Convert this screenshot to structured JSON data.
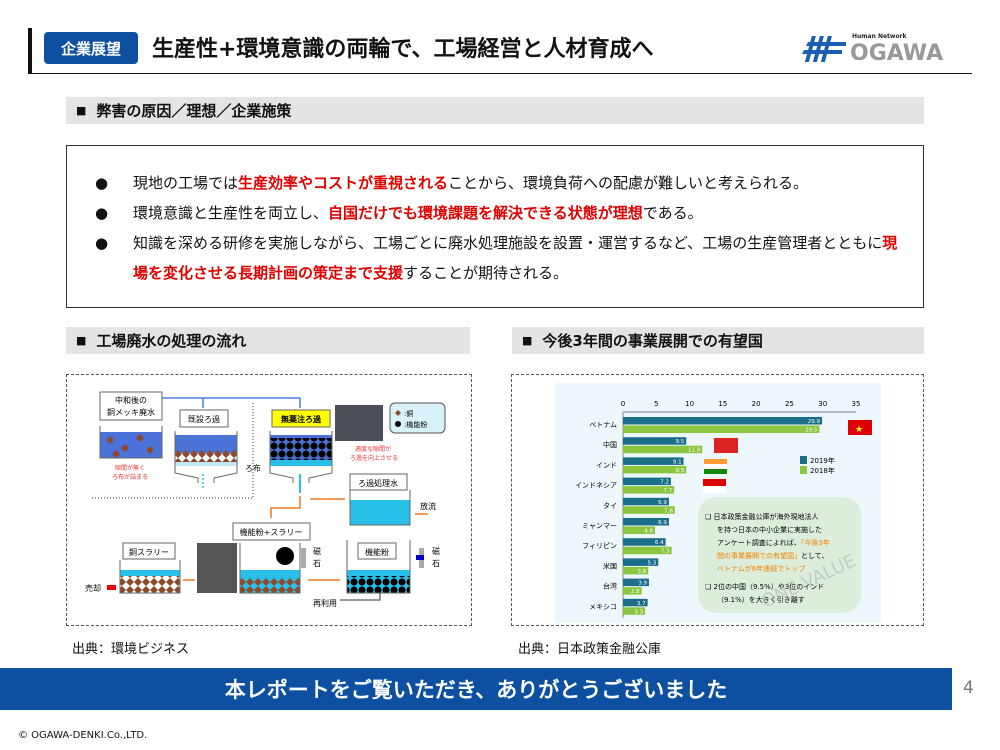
{
  "header": {
    "badge": "企業展望",
    "title": "生産性+環境意識の両輪で、工場経営と人材育成へ",
    "logo_tagline": "Human Network",
    "logo_name": "OGAWA"
  },
  "section1": {
    "marker": "■",
    "title": "弊害の原因／理想／企業施策",
    "bullets": [
      {
        "before": "現地の工場では",
        "highlight": "生産効率やコストが重視される",
        "after": "ことから、環境負荷への配慮が難しいと考えられる。"
      },
      {
        "before": "環境意識と生産性を両立し、",
        "highlight": "自国だけでも環境課題を解決できる状態が理想",
        "after": "である。"
      },
      {
        "before": "知識を深める研修を実施しながら、工場ごとに廃水処理施設を設置・運営するなど、工場の生産管理者とともに",
        "highlight": "現場を変化させる長期計画の策定まで支援",
        "after": "することが期待される。"
      }
    ]
  },
  "section2": {
    "marker": "■",
    "title": "工場廃水の処理の流れ",
    "source": "出典：環境ビジネス",
    "diagram": {
      "waste": "中和後の",
      "waste2": "銅メッキ廃水",
      "existing": "既設ろ過",
      "new": "無薬注ろ過",
      "legend_cu": ":銅",
      "legend_powder": ":機能粉",
      "good_gap": "適度な隙間が",
      "good_gap2": "ろ過を向上させる",
      "no_gap": "隙間が無く",
      "no_gap2": "ろ布が詰まる",
      "cloth": "ろ布",
      "treated": "ろ過処理水",
      "discharge": "放流",
      "slurry_mix": "機能粉+スラリー",
      "cu_slurry": "銅スラリー",
      "sell": "売却",
      "magnet": "磁",
      "magnet2": "石",
      "powder": "機能粉",
      "reuse": "再利用"
    }
  },
  "section3": {
    "marker": "■",
    "title": "今後3年間の事業展開での有望国",
    "source": "出典：日本政策金融公庫",
    "note": {
      "b1": "日本政策金融公庫が海外現地法人",
      "b1b": "を持つ日本の中小企業に実施した",
      "b1c": "アンケート調査によれば、",
      "b1d": "「今後3年",
      "b1e": "間の事業展開での有望国」",
      "b1f": "として、",
      "b1g": "ベトナムが6年連続でトップ",
      "b2": "2位の中国（9.5%）や3位のインド",
      "b2b": "（9.1%）を大きく引き離す"
    },
    "watermark": "ONE-VALUE"
  },
  "chart_data": {
    "type": "bar",
    "orientation": "horizontal",
    "categories": [
      "ベトナム",
      "中国",
      "インド",
      "インドネシア",
      "タイ",
      "ミャンマー",
      "フィリピン",
      "米国",
      "台湾",
      "メキシコ"
    ],
    "series": [
      {
        "name": "2019年",
        "color": "#1a6e8a",
        "values": [
          29.9,
          9.5,
          9.1,
          7.2,
          6.9,
          6.9,
          6.4,
          5.3,
          3.9,
          3.7
        ]
      },
      {
        "name": "2018年",
        "color": "#8cc63f",
        "values": [
          29.5,
          11.9,
          9.5,
          7.7,
          7.8,
          4.8,
          7.3,
          3.8,
          2.8,
          3.3
        ]
      }
    ],
    "xlim": [
      0,
      35
    ],
    "xticks": [
      0,
      5,
      10,
      15,
      20,
      25,
      30,
      35
    ],
    "legend": "right"
  },
  "footer": {
    "banner": "本レポートをご覧いただき、ありがとうございました",
    "page": "4",
    "copyright": "© OGAWA-DENKI.Co.,LTD."
  },
  "colors": {
    "brand": "#0d4fa0",
    "highlight": "#e00000"
  }
}
